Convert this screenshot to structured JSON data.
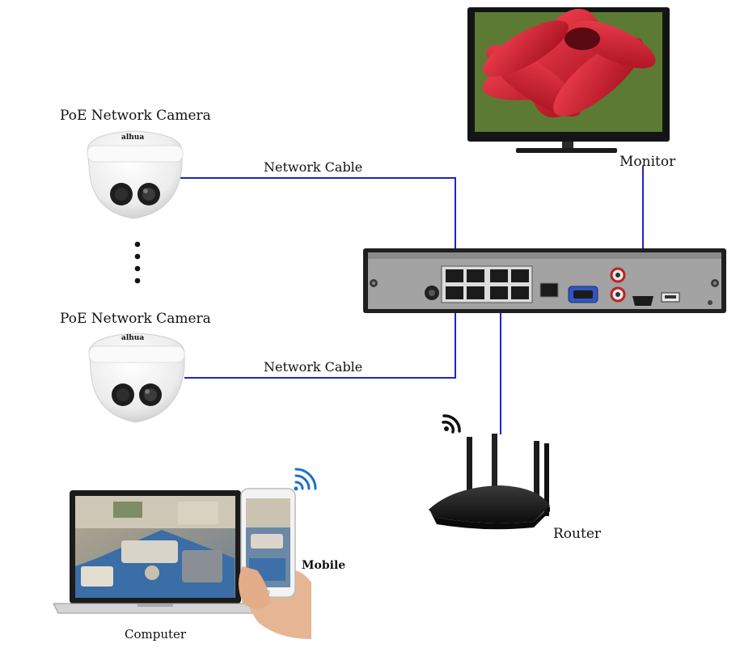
{
  "labels": {
    "camera_top": "PoE Network Camera",
    "camera_bottom": "PoE Network Camera",
    "cable_top": "Network Cable",
    "cable_bottom": "Network Cable",
    "monitor": "Monitor",
    "router": "Router",
    "mobile": "Mobile",
    "computer": "Computer",
    "camera_brand": "alhua"
  },
  "colors": {
    "cable": "#1a27c9",
    "nvr_body": "#2b2b2b",
    "nvr_panel": "#9a9a9a",
    "camera_white": "#f2f2f2",
    "router_black": "#161616",
    "screen_red": "#d01a2a"
  },
  "icons": [
    "dome-camera-icon",
    "nvr-recorder-icon",
    "monitor-icon",
    "router-icon",
    "laptop-icon",
    "smartphone-icon",
    "wifi-icon"
  ]
}
